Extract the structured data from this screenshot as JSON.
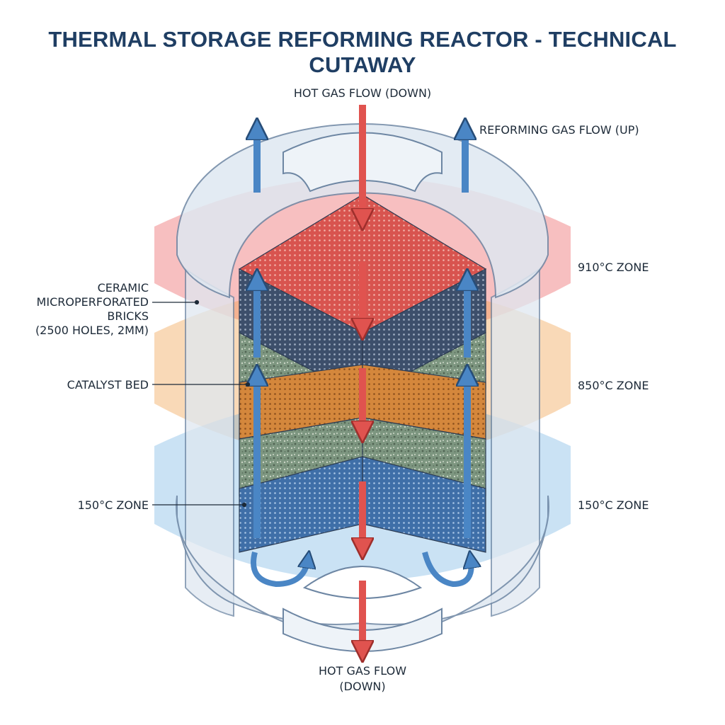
{
  "title": "THERMAL STORAGE REFORMING REACTOR - TECHNICAL CUTAWAY",
  "labels": {
    "hot_gas_top": "HOT GAS FLOW (DOWN)",
    "reforming_gas": "REFORMING GAS FLOW (UP)",
    "ceramic": [
      "CERAMIC",
      "MICROPERFORATED",
      "BRICKS",
      "(2500 HOLES, 2MM)"
    ],
    "catalyst": "CATALYST BED",
    "zone_left_150": "150°C ZONE",
    "zone_910": "910°C ZONE",
    "zone_850": "850°C ZONE",
    "zone_right_150": "150°C ZONE",
    "hot_gas_bottom": [
      "HOT GAS FLOW",
      "(DOWN)"
    ]
  },
  "colors": {
    "title": "#1f3e63",
    "hot_zone": "#e8474a",
    "mid_zone": "#f0a04a",
    "cold_zone": "#4f9fdc",
    "hot_arrow": "#e0534f",
    "cold_arrow": "#4a86c5",
    "catalyst": "#7d9680",
    "brick_dark": "#3d4f6b",
    "brick_orange": "#d4873c",
    "brick_blue": "#3f6fa8",
    "shell": "#dfe8f1"
  },
  "icons": [
    "arrow-down-icon",
    "arrow-up-icon",
    "curved-arrow-icon"
  ]
}
